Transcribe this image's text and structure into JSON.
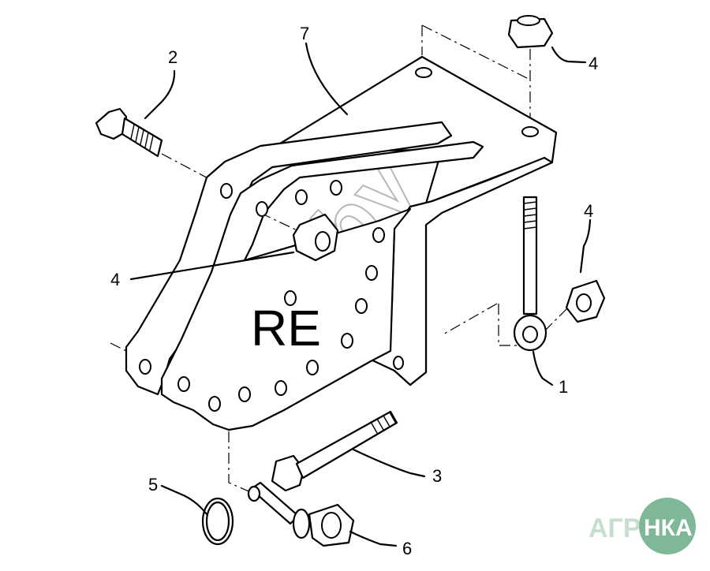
{
  "diagram": {
    "model_label": "RE",
    "watermark": "nka.by",
    "callouts": {
      "c1": "1",
      "c2": "2",
      "c3": "3",
      "c4a": "4",
      "c4b": "4",
      "c4c": "4",
      "c5": "5",
      "c6": "6",
      "c7": "7"
    }
  },
  "logo": {
    "left_text": "АГРО",
    "right_text": "НКА",
    "color": "#7fb897"
  }
}
